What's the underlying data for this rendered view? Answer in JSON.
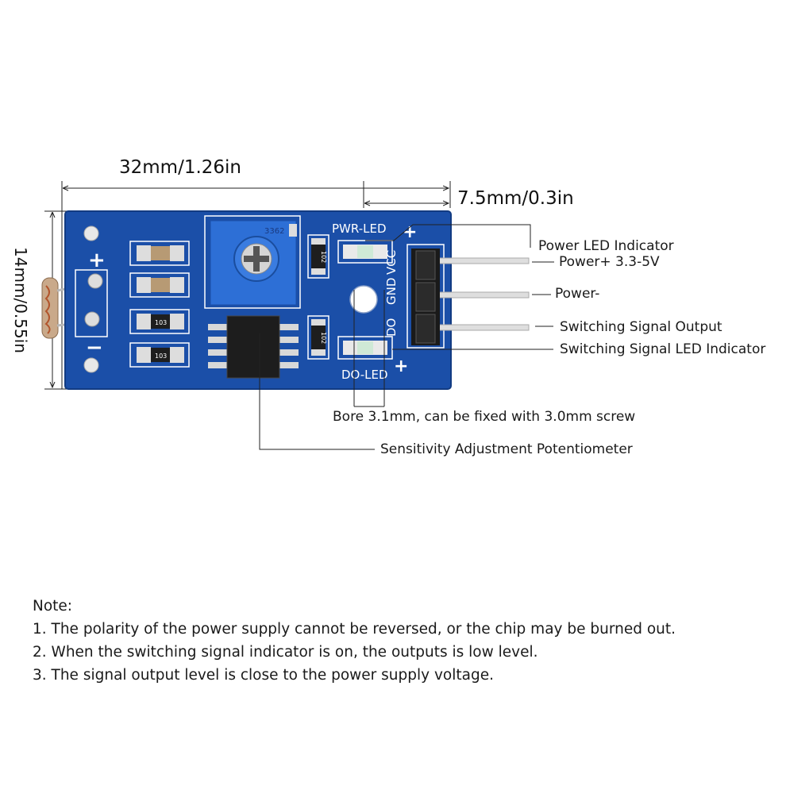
{
  "dimensions": {
    "length": "32mm/1.26in",
    "hole_offset": "7.5mm/0.3in",
    "width": "14mm/0.55in"
  },
  "board": {
    "pwr_led_label": "PWR-LED",
    "do_led_label": "DO-LED",
    "pin_labels": [
      "VCC",
      "GND",
      "DO"
    ],
    "plus": "+",
    "minus": "−",
    "resistor_code": "103",
    "resistor_code_2": "102",
    "pot_code": "3362",
    "colors": {
      "pcb": "#1b4fa8",
      "pot": "#2d6fd6",
      "header": "#1a1a1a",
      "pins": "#d9d9d9"
    }
  },
  "callouts": {
    "power_led": "Power LED Indicator",
    "power_plus": "Power+ 3.3-5V",
    "power_minus": "Power-",
    "switch_output": "Switching Signal Output",
    "switch_led": "Switching Signal LED Indicator",
    "bore": "Bore 3.1mm, can be fixed with 3.0mm screw",
    "sensitivity": "Sensitivity Adjustment Potentiometer"
  },
  "notes": {
    "heading": "Note:",
    "items": [
      "1. The polarity of the power supply cannot be reversed, or the chip may be burned out.",
      "2. When the switching signal indicator is on, the outputs is low level.",
      "3. The signal output level is close to the power supply voltage."
    ]
  }
}
